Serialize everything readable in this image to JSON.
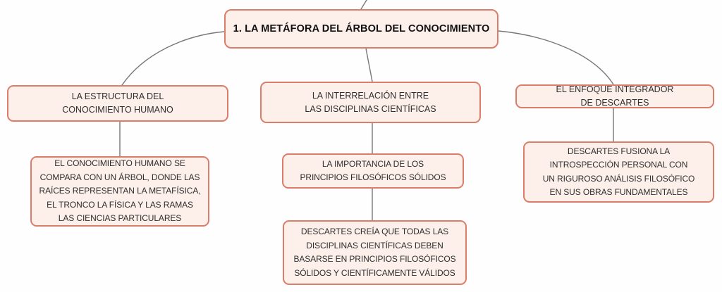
{
  "colors": {
    "box_fill": "#fdf0ea",
    "box_border": "#db7d6a",
    "connector_line": "#777777",
    "title_text": "#101010",
    "body_text": "#2e2e2e",
    "background": "#fefefe"
  },
  "mindmap": {
    "root": {
      "label": "1. LA METÁFORA DEL ÁRBOL DEL CONOCIMIENTO"
    },
    "branches": [
      {
        "label": "LA ESTRUCTURA DEL CONOCIMIENTO HUMANO",
        "children": [
          "EL CONOCIMIENTO HUMANO SE COMPARA CON UN ÁRBOL, DONDE LAS RAÍCES REPRESENTAN LA METAFÍSICA, EL TRONCO LA FÍSICA Y LAS RAMAS LAS CIENCIAS PARTICULARES"
        ]
      },
      {
        "label": "LA INTERRELACIÓN ENTRE LAS DISCIPLINAS CIENTÍFICAS",
        "children": [
          "LA IMPORTANCIA DE LOS PRINCIPIOS FILOSÓFICOS SÓLIDOS",
          "DESCARTES CREÍA QUE TODAS LAS DISCIPLINAS CIENTÍFICAS DEBEN BASARSE EN PRINCIPIOS FILOSÓFICOS SÓLIDOS Y CIENTÍFICAMENTE VÁLIDOS"
        ]
      },
      {
        "label": "EL ENFOQUE INTEGRADOR DE DESCARTES",
        "children": [
          "DESCARTES FUSIONA LA INTROSPECCIÓN PERSONAL CON UN RIGUROSO ANÁLISIS FILOSÓFICO EN SUS OBRAS FUNDAMENTALES"
        ]
      }
    ]
  }
}
